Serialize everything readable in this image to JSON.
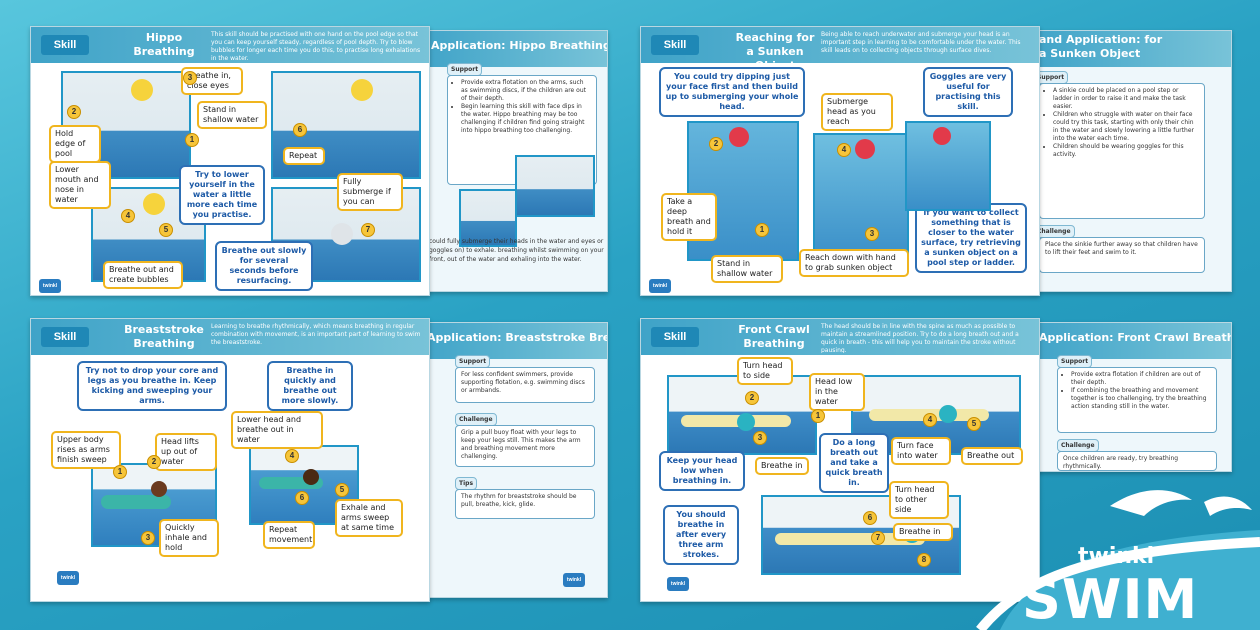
{
  "colors": {
    "accent": "#f0b51e",
    "primary_blue": "#1f88b6",
    "brand_white": "#ffffff"
  },
  "cards": {
    "hippo": {
      "skill": "Skill",
      "title": "Hippo Breathing",
      "intro": "This skill should be practised with one hand on the pool edge so that you can keep yourself steady, regardless of pool depth. Try to blow bubbles for longer each time you do this, to practise long exhalations in the water.",
      "callouts": [
        "Breathe in, close eyes",
        "Stand in shallow water",
        "Hold edge of pool",
        "Repeat",
        "Lower mouth and nose in water",
        "Fully submerge if you can",
        "Breathe out and create bubbles"
      ],
      "blue": [
        "Try to lower yourself in the water a little more each time you practise.",
        "Breathe out slowly for several seconds before resurfacing."
      ],
      "nums": [
        "1",
        "2",
        "3",
        "4",
        "5",
        "6",
        "7"
      ]
    },
    "hippo_app": {
      "title": "Application: Hippo Breathing",
      "support_label": "Support",
      "support_items": [
        "Provide extra flotation on the arms, such as swimming discs, if the children are out of their depth.",
        "Begin learning this skill with face dips in the water. Hippo breathing may be too challenging if children find going straight into hippo breathing too challenging."
      ],
      "bottom_text": "could fully submerge their heads in the water and eyes or goggles on) to exhale. breathing whilst swimming on your front, out of the water and exhaling into the water."
    },
    "sunken": {
      "skill": "Skill",
      "title": "Reaching for a Sunken Object",
      "intro": "Being able to reach underwater and submerge your head is an important step in learning to be comfortable under the water. This skill leads on to collecting objects through surface dives.",
      "blue": [
        "You could try dipping just your face first and then build up to submerging your whole head.",
        "Goggles are very useful for practising this skill.",
        "If you want to collect something that is closer to the water surface, try retrieving a sunken object on a pool step or ladder."
      ],
      "callouts": [
        "Submerge head as you reach",
        "Take a deep breath and hold it",
        "Stand in shallow water",
        "Reach down with hand to grab sunken object"
      ],
      "nums": [
        "1",
        "2",
        "3",
        "4"
      ]
    },
    "sunken_app": {
      "title": "and Application: for a Sunken Object",
      "support_label": "Support",
      "support_items": [
        "A sinkie could be placed on a pool step or ladder in order to raise it and make the task easier.",
        "Children who struggle with water on their face could try this task, starting with only their chin in the water and slowly lowering a little further into the water each time.",
        "Children should be wearing goggles for this activity."
      ],
      "challenge_label": "Challenge",
      "challenge_text": "Place the sinkie further away so that children have to lift their feet and swim to it."
    },
    "breaststroke": {
      "skill": "Skill",
      "title": "Breaststroke Breathing",
      "intro": "Learning to breathe rhythmically, which means breathing in regular combination with movement, is an important part of learning to swim the breaststroke.",
      "blue": [
        "Try not to drop your core and legs as you breathe in. Keep kicking and sweeping your arms.",
        "Breathe in quickly and breathe out more slowly."
      ],
      "callouts": [
        "Upper body rises as arms finish sweep",
        "Head lifts up out of water",
        "Quickly inhale and hold",
        "Lower head and breathe out in water",
        "Repeat movement",
        "Exhale and arms sweep at same time"
      ],
      "nums": [
        "1",
        "2",
        "3",
        "4",
        "5",
        "6"
      ]
    },
    "breaststroke_app": {
      "title": "Application: Breaststroke Breathing",
      "support_label": "Support",
      "support_text": "For less confident swimmers, provide supporting flotation, e.g. swimming discs or armbands.",
      "challenge_label": "Challenge",
      "challenge_text": "Grip a pull buoy float with your legs to keep your legs still. This makes the arm and breathing movement more challenging.",
      "tips_label": "Tips",
      "tips_text": "The rhythm for breaststroke should be pull, breathe, kick, glide."
    },
    "crawl": {
      "skill": "Skill",
      "title": "Front Crawl Breathing",
      "intro": "The head should be in line with the spine as much as possible to maintain a streamlined position. Try to do a long breath out and a quick in breath - this will help you to maintain the stroke without pausing.",
      "callouts": [
        "Turn head to side",
        "Head low in the water",
        "Breathe in",
        "Turn face into water",
        "Breathe out",
        "Turn head to other side",
        "Breathe in"
      ],
      "blue": [
        "Keep your head low when breathing in.",
        "Do a long breath out and take a quick breath in.",
        "You should breathe in after every three arm strokes."
      ],
      "nums": [
        "1",
        "2",
        "3",
        "4",
        "5",
        "6",
        "7",
        "8"
      ]
    },
    "crawl_app": {
      "title": "Application: Front Crawl Breathing",
      "support_label": "Support",
      "support_items": [
        "Provide extra flotation if children are out of their depth.",
        "If combining the breathing and movement together is too challenging, try the breathing action standing still in the water."
      ],
      "challenge_label": "Challenge",
      "challenge_text": "Once children are ready, try breathing rhythmically."
    }
  },
  "logo_small": "twinkl",
  "brand": {
    "twinkl": "twinkl",
    "swim": "SWIM"
  }
}
